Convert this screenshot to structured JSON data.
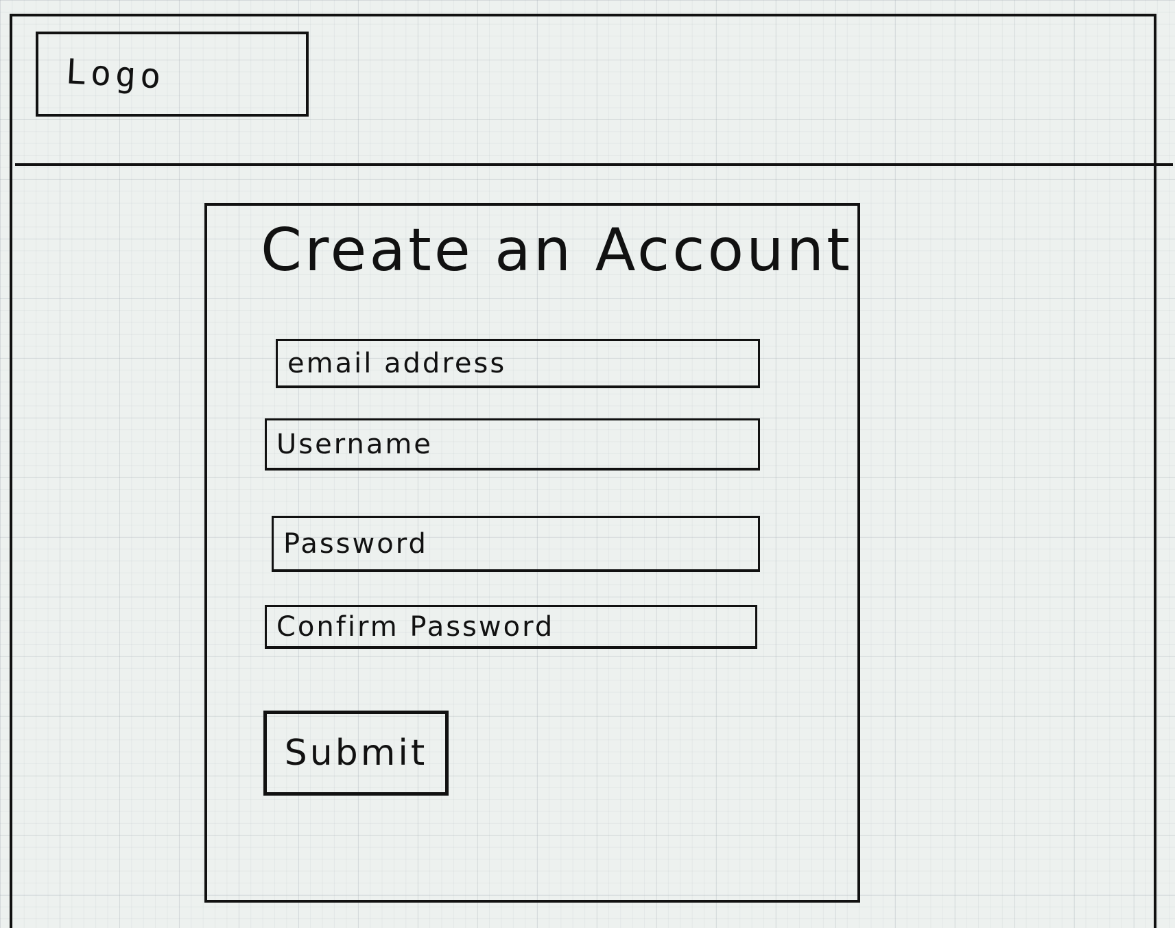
{
  "header": {
    "logo_label": "Logo"
  },
  "signup": {
    "title": "Create an Account",
    "fields": {
      "email": {
        "placeholder": "email address",
        "value": ""
      },
      "username": {
        "placeholder": "Username",
        "value": ""
      },
      "password": {
        "placeholder": "Password",
        "value": ""
      },
      "confirm_password": {
        "placeholder": "Confirm Password",
        "value": ""
      }
    },
    "submit_label": "Submit"
  }
}
